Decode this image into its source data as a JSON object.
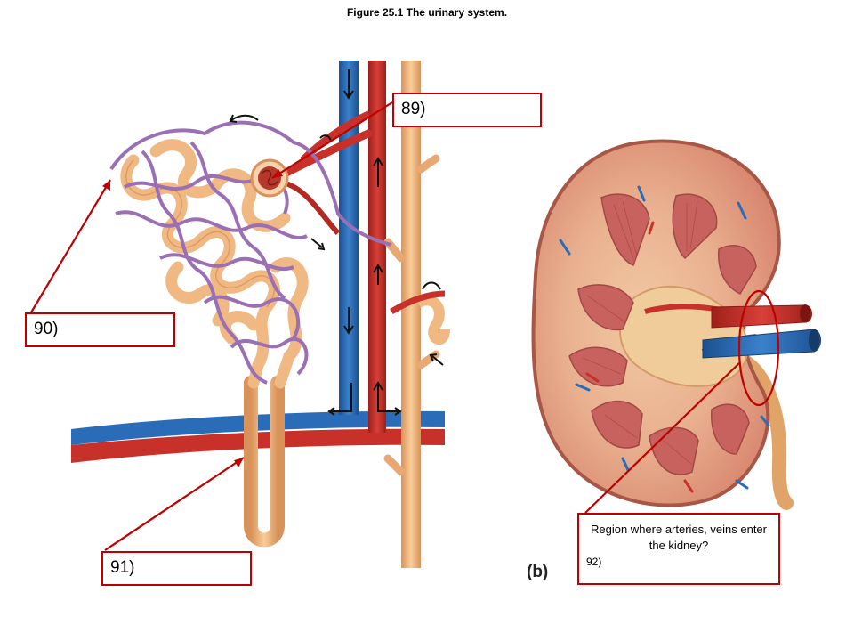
{
  "title": "Figure 25.1  The urinary system.",
  "labels": {
    "q89": "89)",
    "q90": "90)",
    "q91": "91)",
    "q92_prompt": "Region where arteries, veins enter the kidney?",
    "q92": "92)"
  },
  "panel_caption": "(b)",
  "colors": {
    "artery": "#c8302a",
    "vein": "#2b6cb8",
    "tubule": "#f0b882",
    "capillary": "#9b6fb4",
    "callout": "#c00000",
    "kidney_cortex": "#e6a08e",
    "kidney_pyramid": "#c8625f"
  }
}
